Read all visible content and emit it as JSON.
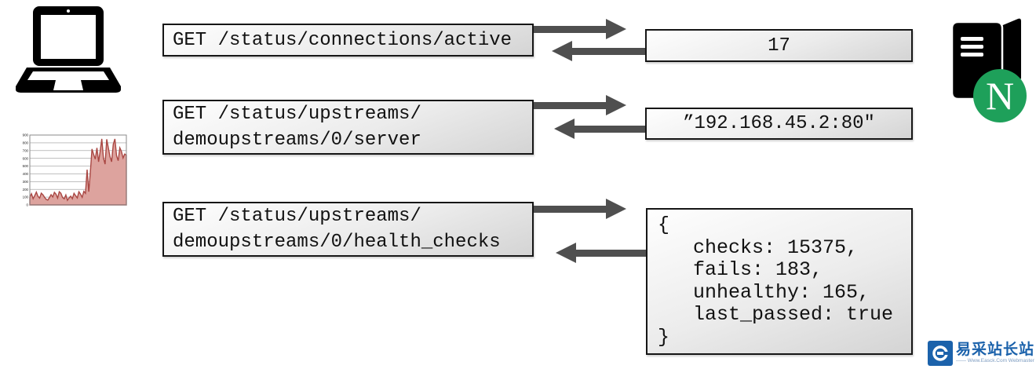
{
  "diagram": {
    "client": {
      "icon": "laptop-icon"
    },
    "server": {
      "icon": "nginx-server-icon",
      "badge_letter": "N",
      "badge_color": "#1ea05a"
    },
    "requests": [
      {
        "lines": [
          "GET /status/connections/active"
        ]
      },
      {
        "lines": [
          "GET /status/upstreams/",
          "demoupstreams/0/server"
        ]
      },
      {
        "lines": [
          "GET /status/upstreams/",
          "demoupstreams/0/health_checks"
        ]
      }
    ],
    "responses": [
      {
        "lines": [
          "17"
        ]
      },
      {
        "lines": [
          "”192.168.45.2:80\""
        ]
      },
      {
        "lines": [
          "{",
          "   checks: 15375,",
          "   fails: 183,",
          "   unhealthy: 165,",
          "   last_passed: true",
          "}"
        ]
      }
    ]
  },
  "colors": {
    "arrow": "#4f4f4f",
    "box_border": "#161616",
    "nginx_green": "#1ea05a",
    "chart_line": "#a94743",
    "chart_fill": "#dda39e",
    "watermark_blue": "#1b62ab"
  },
  "chart_data": {
    "type": "area",
    "title": "",
    "xlabel": "",
    "ylabel": "",
    "ylim": [
      0,
      900
    ],
    "yticks": [
      0,
      100,
      200,
      300,
      400,
      500,
      600,
      700,
      800,
      900
    ],
    "grid": true,
    "legend": false,
    "values": [
      100,
      145,
      80,
      120,
      165,
      110,
      88,
      152,
      130,
      98,
      72,
      62,
      95,
      132,
      102,
      162,
      138,
      88,
      170,
      150,
      95,
      78,
      128,
      60,
      90,
      112,
      80,
      150,
      118,
      90,
      170,
      140,
      98,
      175,
      150,
      455,
      170,
      420,
      720,
      650,
      590,
      735,
      555,
      690,
      850,
      605,
      525,
      845,
      730,
      620,
      555,
      780,
      850,
      635,
      570,
      735,
      690,
      605,
      655,
      640
    ]
  },
  "watermark": {
    "title": "易采站长站",
    "subtitle": "—— Www.Easck.Com Webmaster"
  }
}
